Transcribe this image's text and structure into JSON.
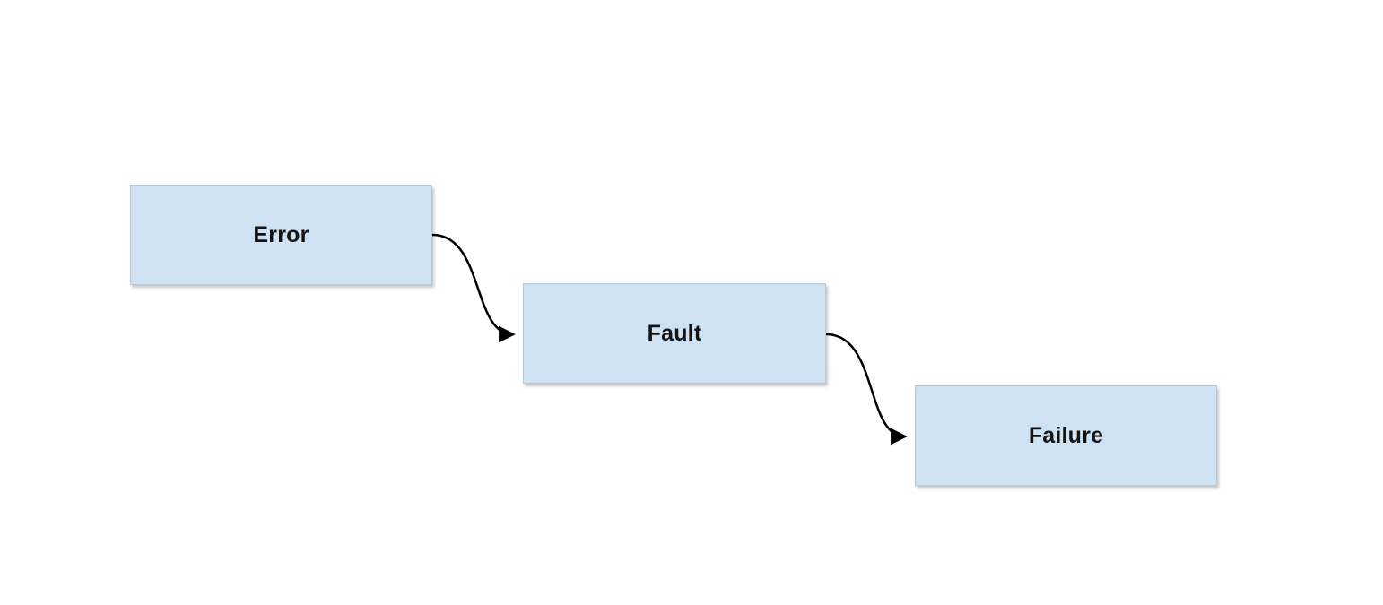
{
  "diagram": {
    "type": "flow",
    "nodes": [
      {
        "id": "error",
        "label": "Error"
      },
      {
        "id": "fault",
        "label": "Fault"
      },
      {
        "id": "failure",
        "label": "Failure"
      }
    ],
    "edges": [
      {
        "from": "error",
        "to": "fault",
        "style": "curved-arrow"
      },
      {
        "from": "fault",
        "to": "failure",
        "style": "curved-arrow"
      }
    ],
    "colors": {
      "node_fill": "#cfe2f3",
      "node_border": "#b7c9d8",
      "arrow": "#000000",
      "text": "#141414",
      "background": "#ffffff"
    }
  }
}
